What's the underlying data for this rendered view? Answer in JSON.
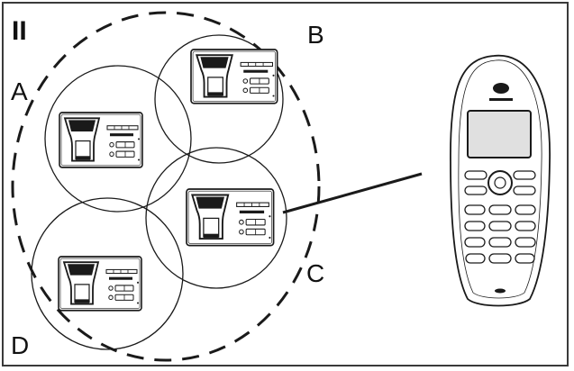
{
  "figure_label": "II",
  "base_labels": [
    "A",
    "B",
    "C",
    "D"
  ],
  "colors": {
    "stroke": "#1a1a1a",
    "frame": "#3a3a3a",
    "screen": "#e0e0e0"
  }
}
